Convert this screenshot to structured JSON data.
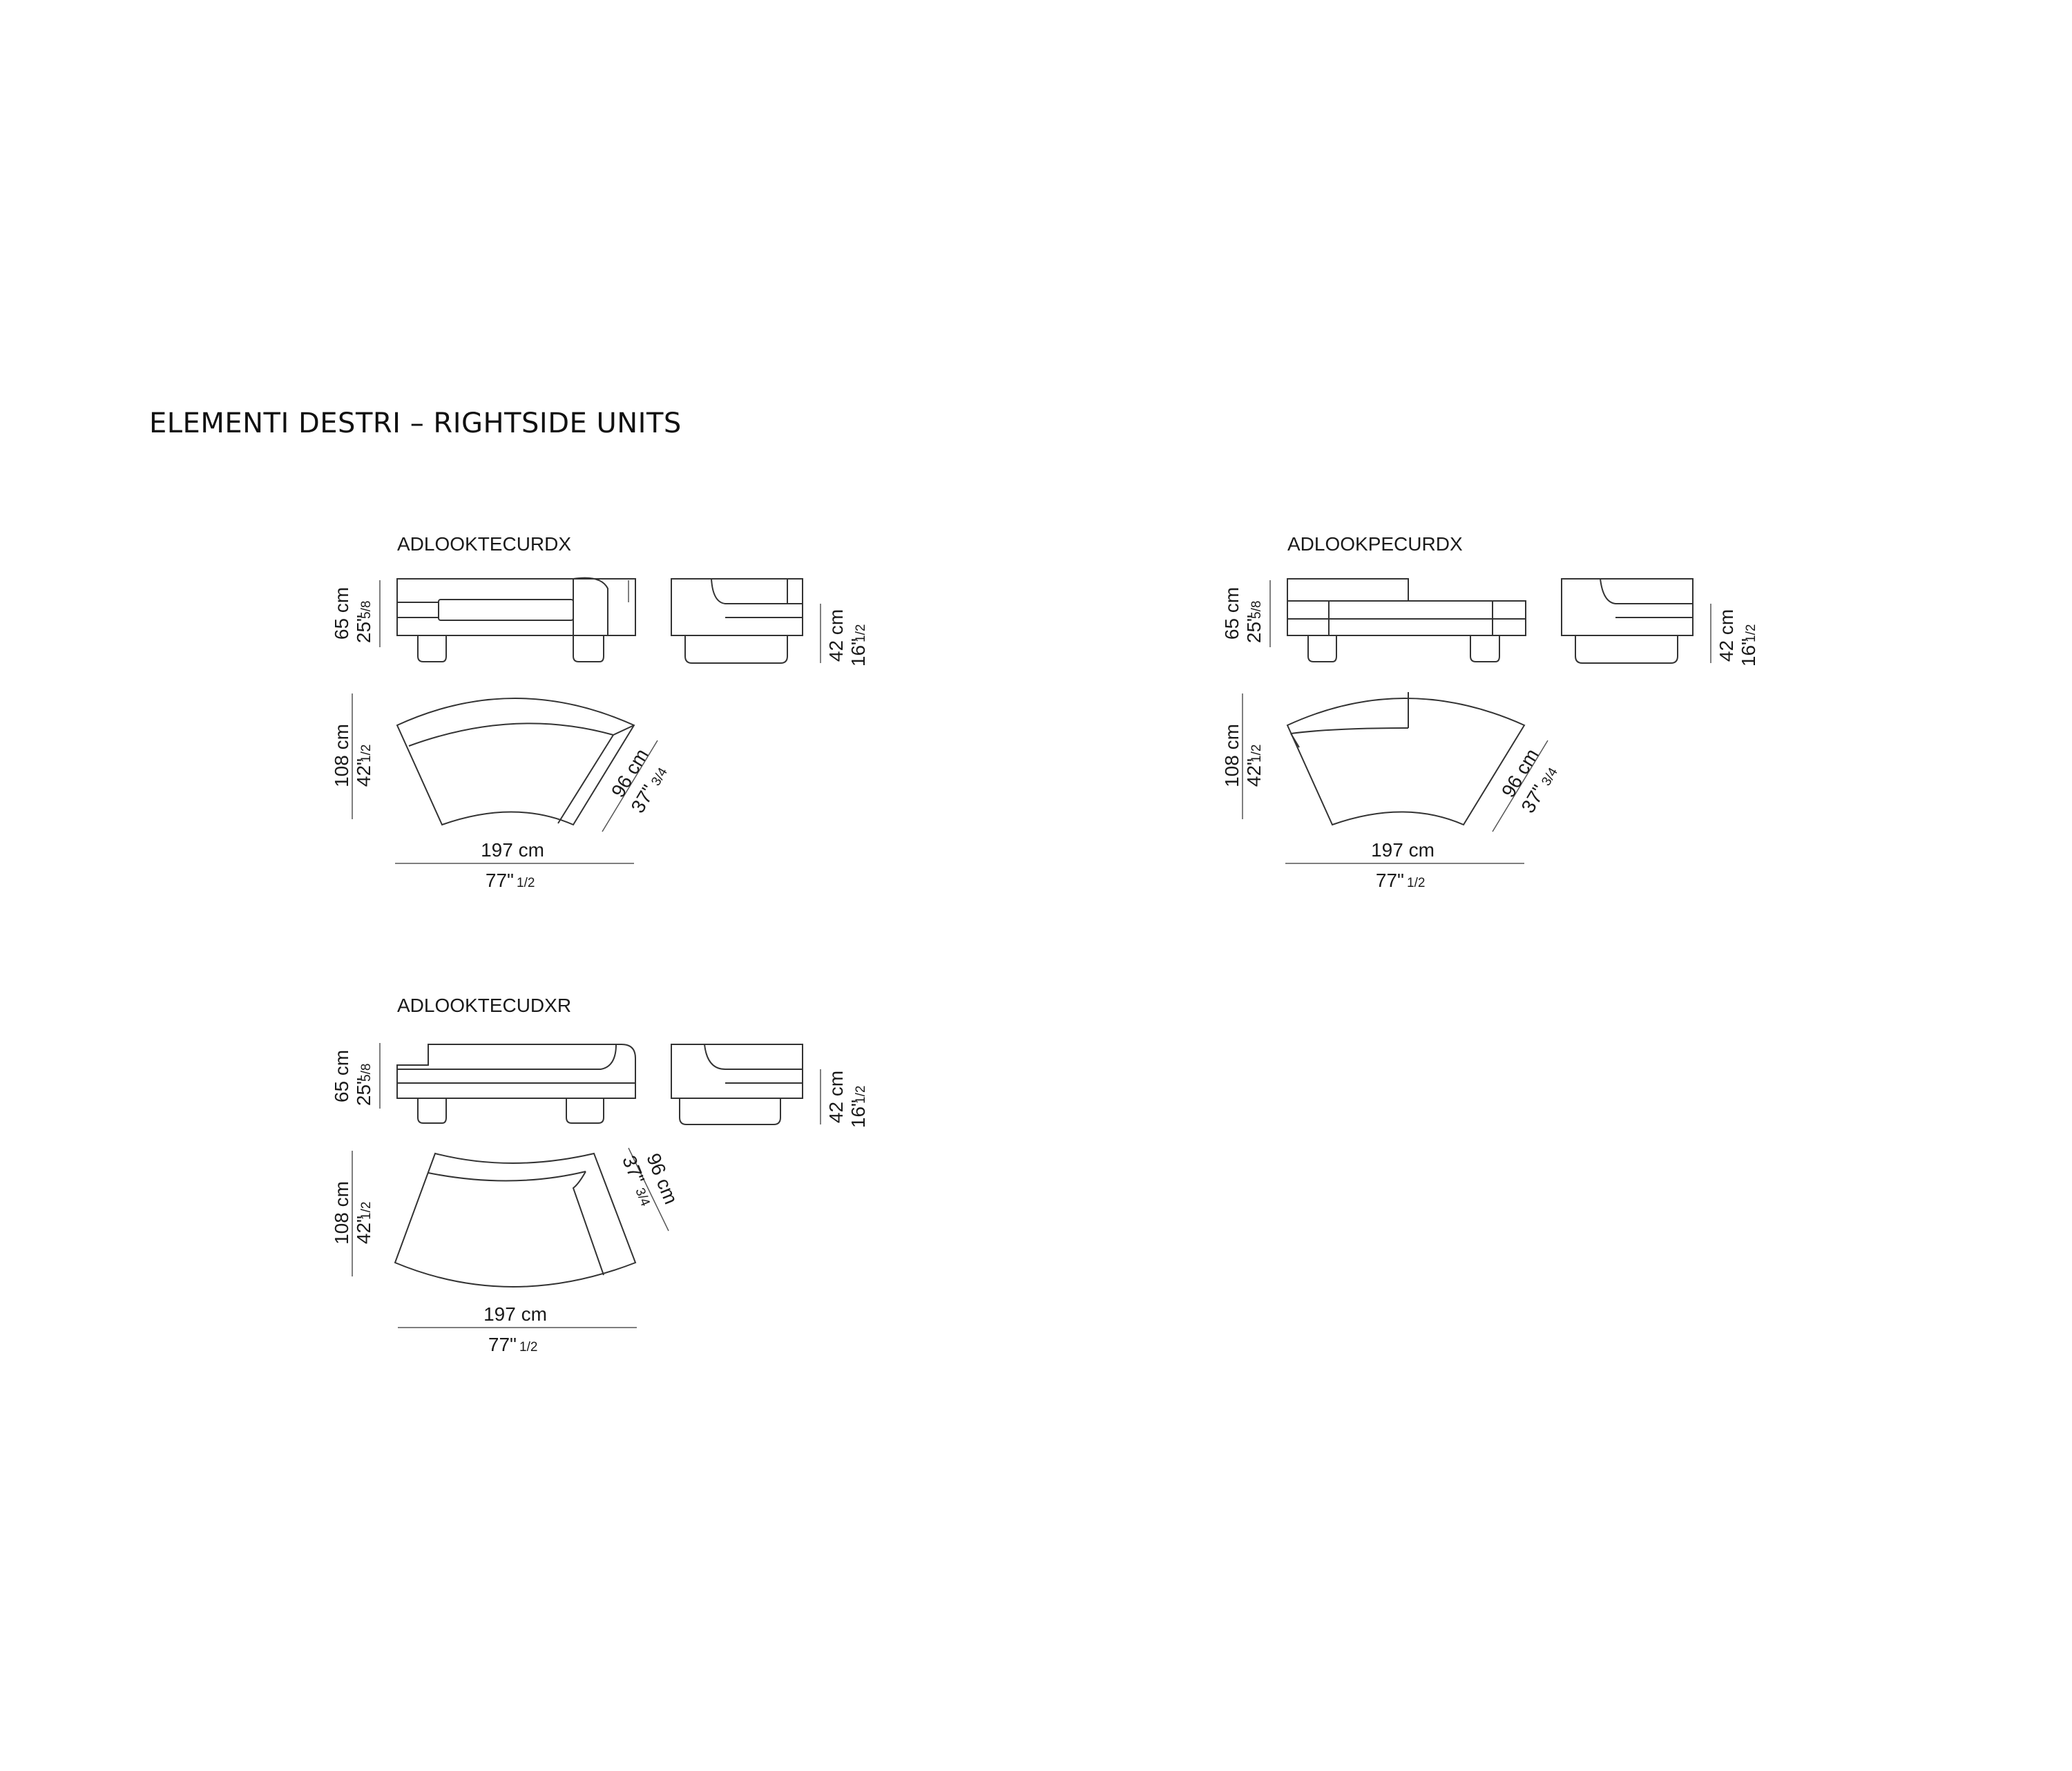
{
  "page": {
    "title": "ELEMENTI DESTRI – RIGHTSIDE UNITS"
  },
  "units": [
    {
      "code": "ADLOOKTECURDX",
      "height_cm": "65 cm",
      "height_in": "25\"",
      "height_in_frac": "5/8",
      "seat_cm": "42 cm",
      "seat_in": "16\"",
      "seat_in_frac": "1/2",
      "depth_cm": "108 cm",
      "depth_in": "42\"",
      "depth_in_frac": "1/2",
      "side_cm": "96 cm",
      "side_in": "37\"",
      "side_in_frac": "3/4",
      "width_cm": "197 cm",
      "width_in": "77\"",
      "width_in_frac": "1/2"
    },
    {
      "code": "ADLOOKPECURDX",
      "height_cm": "65 cm",
      "height_in": "25\"",
      "height_in_frac": "5/8",
      "seat_cm": "42 cm",
      "seat_in": "16\"",
      "seat_in_frac": "1/2",
      "depth_cm": "108 cm",
      "depth_in": "42\"",
      "depth_in_frac": "1/2",
      "side_cm": "96 cm",
      "side_in": "37\"",
      "side_in_frac": "3/4",
      "width_cm": "197 cm",
      "width_in": "77\"",
      "width_in_frac": "1/2"
    },
    {
      "code": "ADLOOKTECUDXR",
      "height_cm": "65 cm",
      "height_in": "25\"",
      "height_in_frac": "5/8",
      "seat_cm": "42 cm",
      "seat_in": "16\"",
      "seat_in_frac": "1/2",
      "depth_cm": "108 cm",
      "depth_in": "42\"",
      "depth_in_frac": "1/2",
      "side_cm": "96 cm",
      "side_in": "37\"",
      "side_in_frac": "3/4",
      "width_cm": "197 cm",
      "width_in": "77\"",
      "width_in_frac": "1/2"
    }
  ]
}
